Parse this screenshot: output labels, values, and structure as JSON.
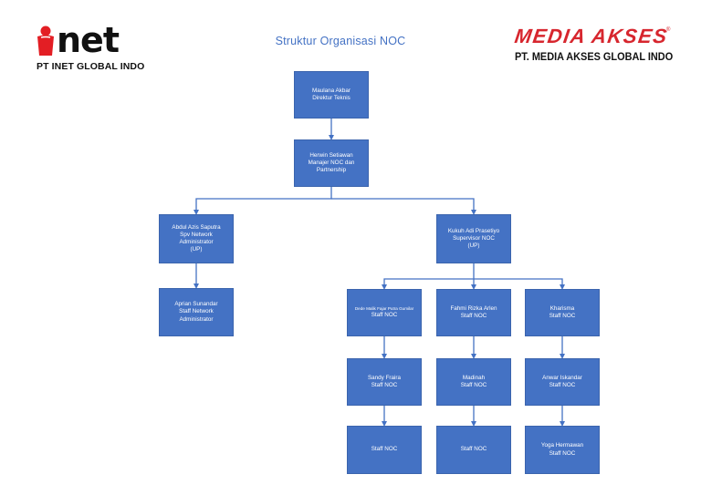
{
  "title": "Struktur Organisasi NOC",
  "logos": {
    "left": {
      "word": "net",
      "caption": "PT INET GLOBAL INDO",
      "accent_color": "#e31e24"
    },
    "right": {
      "word": "MEDIA AKSES",
      "registered": "®",
      "caption": "PT. MEDIA AKSES GLOBAL INDO",
      "accent_color": "#d7262e"
    }
  },
  "colors": {
    "box_fill": "#4472c4",
    "connector": "#4472c4",
    "title": "#4472c4"
  },
  "nodes": {
    "director": {
      "lines": [
        "Maulana Akbar",
        "Direktur Teknis"
      ]
    },
    "manager": {
      "lines": [
        "Herwin Setiawan",
        "Manajer NOC dan",
        "Partnership"
      ]
    },
    "spv_network": {
      "lines": [
        "Abdul Azis Saputra",
        "Spv Network",
        "Administrator",
        "(UP)"
      ]
    },
    "spv_noc": {
      "lines": [
        "Kukuh Adi Prasetiyo",
        "Supervisor NOC",
        "(UP)"
      ]
    },
    "staff_network": {
      "lines": [
        "Aprian Sunandar",
        "Staff Network",
        "Administrator"
      ]
    },
    "staff_dede": {
      "name": "Dede Malik Fajar Putra Gumilar",
      "role": "Staff NOC"
    },
    "staff_fahmi": {
      "lines": [
        "Fahmi Rizka Arlen",
        "Staff NOC"
      ]
    },
    "staff_kharisma": {
      "lines": [
        "Kharisma",
        "Staff NOC"
      ]
    },
    "staff_sandy": {
      "lines": [
        "Sandy Fraira",
        "Staff NOC"
      ]
    },
    "staff_madinah": {
      "lines": [
        "Madinah",
        "Staff NOC"
      ]
    },
    "staff_anwar": {
      "lines": [
        "Anwar Iskandar",
        "Staff NOC"
      ]
    },
    "staff_col1_bottom": {
      "lines": [
        "Staff NOC"
      ]
    },
    "staff_col2_bottom": {
      "lines": [
        "Staff NOC"
      ]
    },
    "staff_yoga": {
      "lines": [
        "Yoga Hermawan",
        "Staff NOC"
      ]
    }
  }
}
